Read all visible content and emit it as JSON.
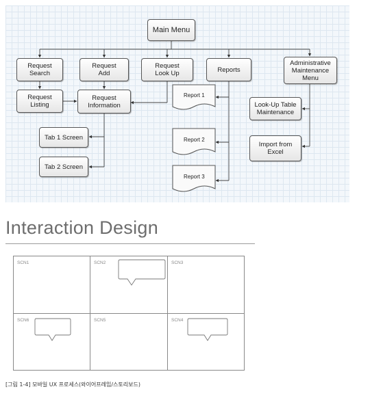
{
  "flowchart": {
    "nodes": {
      "main_menu": "Main Menu",
      "request_search": "Request\nSearch",
      "request_add": "Request\nAdd",
      "request_lookup": "Request\nLook Up",
      "reports": "Reports",
      "admin_menu": "Administrative\nMaintenance\nMenu",
      "request_listing": "Request\nListing",
      "request_information": "Request\nInformation",
      "tab1": "Tab 1 Screen",
      "tab2": "Tab 2 Screen",
      "lookup_table": "Look-Up Table\nMaintenance",
      "import_excel": "Import from\nExcel"
    },
    "reports": [
      "Report 1",
      "Report 2",
      "Report 3"
    ]
  },
  "section_title": "Interaction Design",
  "storyboard": {
    "cells": [
      "SCN1",
      "SCN2",
      "SCN3",
      "SCN6",
      "SCN5",
      "SCN4"
    ]
  },
  "caption": "[그림 1-4] 모바일 UX 프로세스(와이어프레임/스토리보드)",
  "colors": {
    "grid_background": "#f3f7fb",
    "grid_line": "#dde7f0",
    "node_border": "#555555",
    "title_text": "#6d6d6d"
  }
}
